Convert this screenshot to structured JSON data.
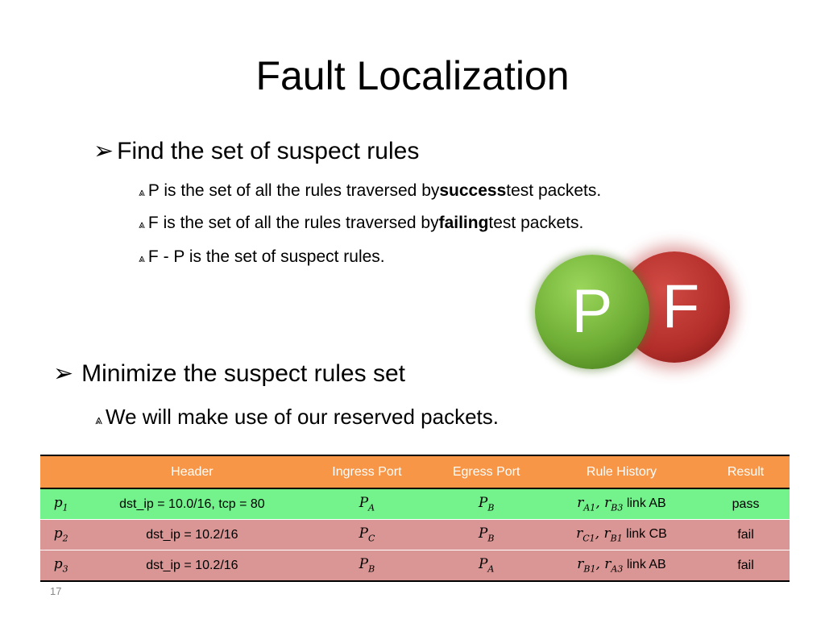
{
  "slide": {
    "title": "Fault Localization",
    "page_number": "17"
  },
  "section1": {
    "heading": "Find the set of suspect rules",
    "items": [
      {
        "pre": "P is the set of all the rules traversed by ",
        "bold": "success",
        "post": " test packets."
      },
      {
        "pre": "F is the set of all the rules traversed by ",
        "bold": "failing",
        "post": "  test packets."
      },
      {
        "pre": "F - P is the set of suspect rules.",
        "bold": "",
        "post": ""
      }
    ]
  },
  "section2": {
    "heading": "Minimize the suspect rules set",
    "items": [
      {
        "text": "We will make use of our reserved packets."
      }
    ]
  },
  "venn": {
    "p_label": "P",
    "f_label": "F",
    "p_color": "#6fae36",
    "f_color": "#b32e2a"
  },
  "icons": {
    "main_bullet": "arrowhead-bullet-icon",
    "sub_bullet": "pennant-bullet-icon"
  },
  "table": {
    "columns": [
      "",
      "Header",
      "Ingress Port",
      "Egress Port",
      "Rule History",
      "Result"
    ],
    "header_color": "#f79646",
    "pass_color": "#74f28c",
    "fail_color": "#d99694",
    "rows": [
      {
        "id": "p",
        "id_sub": "1",
        "header": "dst_ip = 10.0/16, tcp = 80",
        "ingress": "P",
        "ingress_sub": "A",
        "egress": "P",
        "egress_sub": "B",
        "r1": "r",
        "r1_sub": "A1",
        "r2": "r",
        "r2_sub": "B3",
        "link": "link AB",
        "result": "pass"
      },
      {
        "id": "p",
        "id_sub": "2",
        "header": "dst_ip = 10.2/16",
        "ingress": "P",
        "ingress_sub": "C",
        "egress": "P",
        "egress_sub": "B",
        "r1": "r",
        "r1_sub": "C1",
        "r2": "r",
        "r2_sub": "B1",
        "link": "link CB",
        "result": "fail"
      },
      {
        "id": "p",
        "id_sub": "3",
        "header": "dst_ip = 10.2/16",
        "ingress": "P",
        "ingress_sub": "B",
        "egress": "P",
        "egress_sub": "A",
        "r1": "r",
        "r1_sub": "B1",
        "r2": "r",
        "r2_sub": "A3",
        "link": "link AB",
        "result": "fail"
      }
    ]
  }
}
